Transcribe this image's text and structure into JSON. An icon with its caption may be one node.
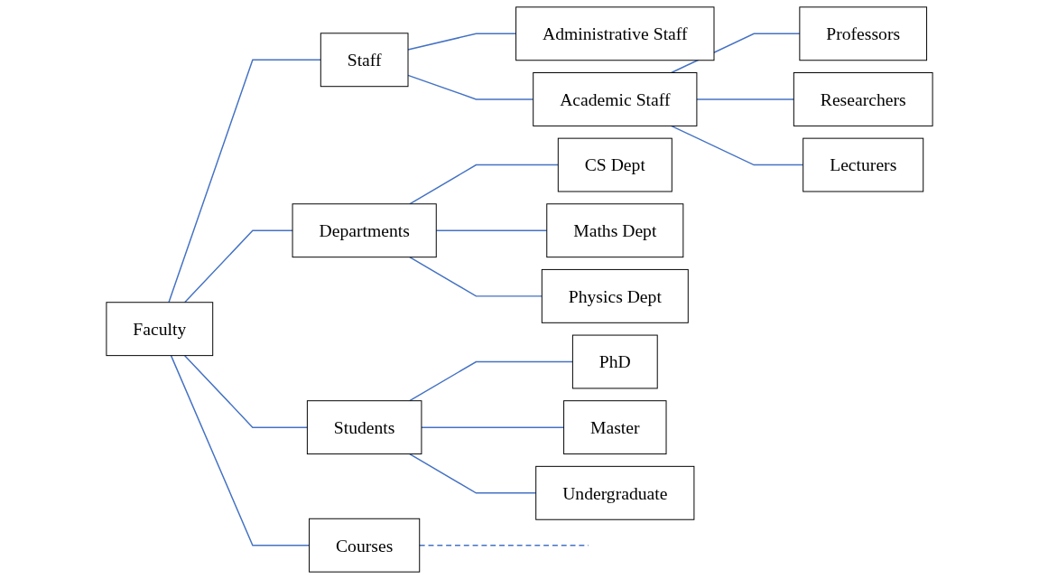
{
  "diagram": {
    "nodes": [
      {
        "text": [
          "Faculty"
        ]
      },
      {
        "text": [
          "Staff"
        ]
      },
      {
        "text": [
          "Administrative Staff"
        ]
      },
      {
        "text": [
          "Academic Staff"
        ]
      },
      {
        "text": [
          "Professors"
        ]
      },
      {
        "text": [
          "Researchers"
        ]
      },
      {
        "text": [
          "Lecturers"
        ]
      },
      {
        "text": [
          "Departments"
        ]
      },
      {
        "text": [
          "CS Dept"
        ]
      },
      {
        "text": [
          "Maths Dept"
        ]
      },
      {
        "text": [
          "Physics Dept"
        ]
      },
      {
        "text": [
          "Students"
        ]
      },
      {
        "text": [
          "PhD"
        ]
      },
      {
        "text": [
          "Master"
        ]
      },
      {
        "text": [
          "Undergraduate"
        ]
      },
      {
        "text": [
          "Courses"
        ]
      }
    ],
    "edges": [
      {
        "from": 0,
        "to": 1,
        "arrow": "none"
      },
      {
        "from": 1,
        "to": 2,
        "arrow": "none"
      },
      {
        "from": 1,
        "to": 3,
        "arrow": "none"
      },
      {
        "from": 3,
        "to": 4,
        "arrow": "none"
      },
      {
        "from": 3,
        "to": 5,
        "arrow": "none"
      },
      {
        "from": 3,
        "to": 6,
        "arrow": "none"
      },
      {
        "from": 0,
        "to": 7,
        "arrow": "none"
      },
      {
        "from": 7,
        "to": 8,
        "arrow": "none"
      },
      {
        "from": 7,
        "to": 9,
        "arrow": "none"
      },
      {
        "from": 7,
        "to": 10,
        "arrow": "none"
      },
      {
        "from": 0,
        "to": 11,
        "arrow": "none"
      },
      {
        "from": 11,
        "to": 12,
        "arrow": "none"
      },
      {
        "from": 11,
        "to": 13,
        "arrow": "none"
      },
      {
        "from": 11,
        "to": 14,
        "arrow": "none"
      },
      {
        "from": 0,
        "to": 15,
        "arrow": "none"
      },
      {
        "from": 15,
        "to": null,
        "arrow": "none",
        "style": "dashed"
      }
    ]
  }
}
